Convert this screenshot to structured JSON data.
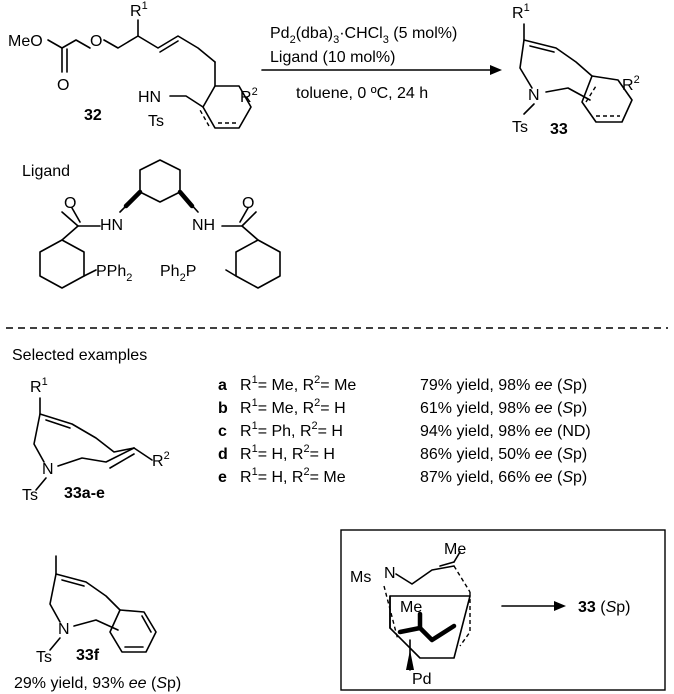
{
  "reactant": {
    "ester_group": "MeO",
    "r1": "R",
    "r1_sup": "1",
    "r2": "R",
    "r2_sup": "2",
    "amine": "HN",
    "tosyl": "Ts",
    "number": "32"
  },
  "conditions": {
    "catalyst_pd": "Pd",
    "catalyst_sub1": "2",
    "catalyst_dba": "(dba)",
    "catalyst_sub2": "3",
    "catalyst_dot": "·",
    "catalyst_chcl": "CHCl",
    "catalyst_sub3": "3",
    "catalyst_amount": " (5 mol%)",
    "ligand_line": "Ligand (10 mol%)",
    "solvent_line": "toluene, 0 ºC, 24 h"
  },
  "product": {
    "r1": "R",
    "r1_sup": "1",
    "r2": "R",
    "r2_sup": "2",
    "nitrogen": "N",
    "tosyl": "Ts",
    "number": "33"
  },
  "ligand": {
    "heading": "Ligand",
    "nh_left": "HN",
    "nh_right": "NH",
    "oxygen": "O",
    "pph2_left": "PPh",
    "pph2_left_sub": "2",
    "pph2_right_pre": "Ph",
    "pph2_right_sub": "2",
    "pph2_right_post": "P"
  },
  "examples": {
    "heading": "Selected examples",
    "structure_label": "33a-e",
    "r1": "R",
    "r1_sup": "1",
    "r2": "R",
    "r2_sup": "2",
    "nitrogen": "N",
    "tosyl": "Ts",
    "rows": [
      {
        "id": "a",
        "r1": "Me",
        "r2": "Me",
        "yield": "79% yield,",
        "ee": "98%",
        "config": "Sp"
      },
      {
        "id": "b",
        "r1": "Me",
        "r2": "H",
        "yield": "61% yield,",
        "ee": "98%",
        "config": "Sp"
      },
      {
        "id": "c",
        "r1": "Ph",
        "r2": "H",
        "yield": "94% yield,",
        "ee": "98%",
        "config": "ND"
      },
      {
        "id": "d",
        "r1": "H",
        "r2": "H",
        "yield": "86% yield,",
        "ee": "50%",
        "config": "Sp"
      },
      {
        "id": "e",
        "r1": "H",
        "r2": "Me",
        "yield": "87% yield,",
        "ee": "66%",
        "config": "Sp"
      }
    ]
  },
  "compound_33f": {
    "label": "33f",
    "nitrogen": "N",
    "tosyl": "Ts",
    "yield": "29% yield, 93%",
    "ee_word": "ee",
    "config": "Sp"
  },
  "transition_state": {
    "ms": "Ms",
    "nitrogen": "N",
    "me_top": "Me",
    "me_mid": "Me",
    "pd": "Pd",
    "product_number": "33",
    "product_config": "Sp"
  }
}
